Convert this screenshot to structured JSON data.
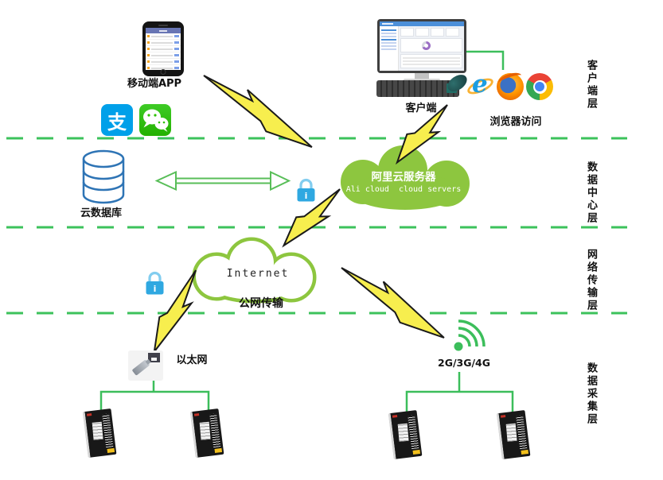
{
  "layer_labels": [
    {
      "label": "客户端层"
    },
    {
      "label": "数据中心层"
    },
    {
      "label": "网络传输层"
    },
    {
      "label": "数据采集层"
    }
  ],
  "client_layer": {
    "mobile_app_label": "移动端APP",
    "client_label": "客户端",
    "browser_access_label": "浏览器访问",
    "alipay_glyph": "支"
  },
  "data_center_layer": {
    "database_label": "云数据库",
    "ali_cloud_title": "阿里云服务器",
    "ali_cloud_subtitle": "Ali cloud  cloud servers"
  },
  "network_layer": {
    "internet_title": "Internet",
    "public_network_label": "公网传输"
  },
  "collection_layer": {
    "ethernet_label": "以太网",
    "cellular_label": "2G/3G/4G"
  },
  "security": {
    "lock_glyph": "i"
  },
  "colors": {
    "cloud_green": "#8dc63f",
    "line_green": "#3cbe5b",
    "dash_green": "#3cc25b",
    "arrow_green": "#58be58",
    "bolt_yellow": "#f7ee4e",
    "lock_blue": "#2fa8e1",
    "lock_shackle": "#82cdef",
    "database_blue": "#2e74b5",
    "alipay_blue": "#00a0e9",
    "wechat_green": "#2dc100"
  }
}
